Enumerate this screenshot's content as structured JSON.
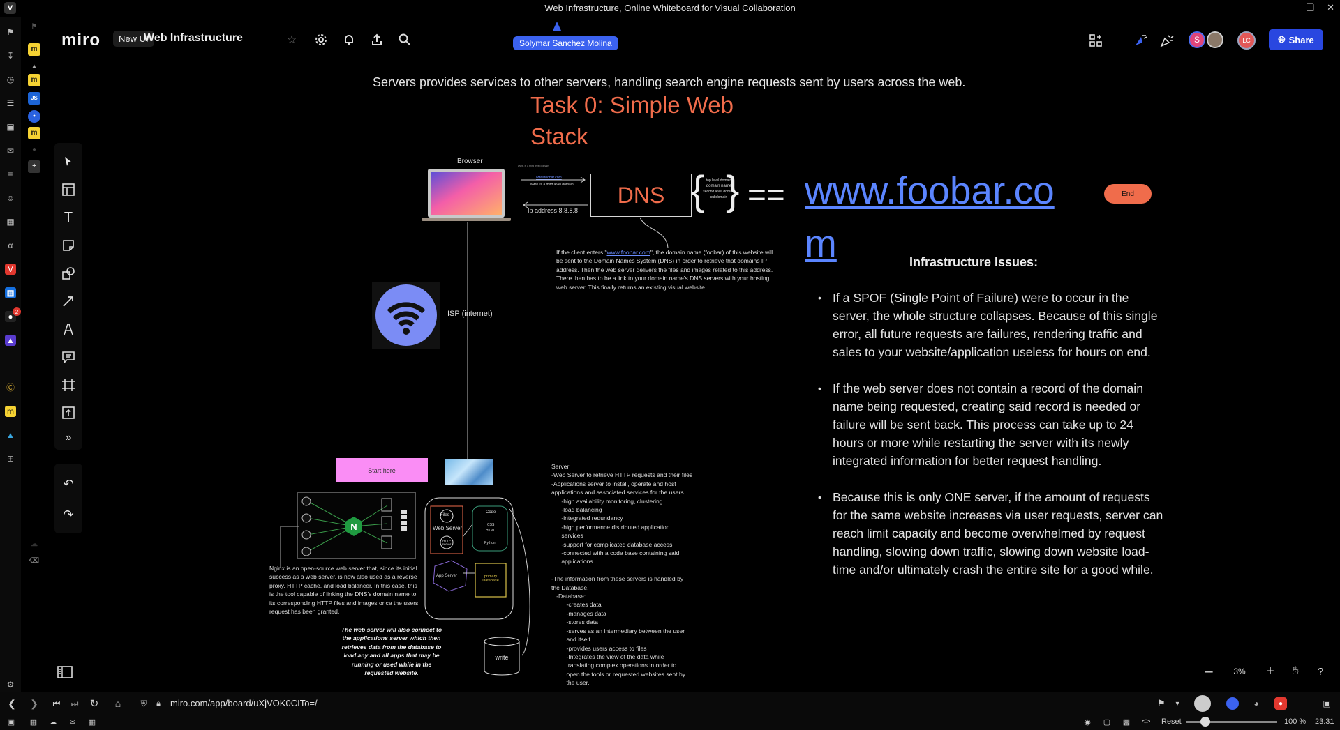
{
  "window": {
    "title": "Web Infrastructure, Online Whiteboard for Visual Collaboration"
  },
  "miro": {
    "logo": "miro",
    "new_ui": "New UI",
    "board_name": "Web Infrastructure",
    "share_label": "Share",
    "collaborator_tag": "Solymar Sanchez Molina",
    "avatars": [
      "S",
      "LC"
    ]
  },
  "canvas": {
    "top_caption": "Servers provides services to other servers, handling search engine requests sent by users across the web.",
    "task_title": "Task 0: Simple Web Stack",
    "browser_label": "Browser",
    "tiny_url": "www.foobar.com",
    "tiny_note": "www. is a third level domain",
    "ip_label": "Ip address 8.8.8.8",
    "dns_label": "DNS",
    "brace_items": [
      "top level domain",
      "domain name",
      "second level domain",
      "subdomain"
    ],
    "equals": "==",
    "foobar": "www.foobar.com",
    "end_label": "End",
    "dns_explain_pre": "If the client enters \"",
    "dns_explain_link": "www.foobar.com",
    "dns_explain_post": "\", the domain name (foobar) of this website will be sent to the Domain Names System (DNS) in order to retrieve that domains IP address. Then the web server delivers the files and images related to this address. There then has to be a link to your domain name's DNS servers with your hosting web server. This finally returns an existing visual website.",
    "isp_label": "ISP (internet)",
    "issues_title": "Infrastructure Issues:",
    "issues": [
      "If a SPOF (Single Point of Failure) were to occur in the server, the whole structure collapses. Because of this single error, all future requests are failures, rendering traffic and sales to your website/application useless for hours on end.",
      "If the web server does not contain a record of the domain name being requested, creating said record is needed or failure will be sent back. This process can take up to 24 hours or more while restarting the server with its newly integrated information for better request handling.",
      "Because this is only ONE server, if the amount of requests for the same website increases via user requests, server can reach limit capacity and become overwhelmed by request handling, slowing down traffic, slowing down website load-time and/or ultimately crash the entire site for a good while."
    ],
    "start_here": "Start here",
    "server_lines": [
      "Server:",
      "-Web Server to retrieve HTTP requests and their files",
      "-Applications server to install, operate and host",
      "applications and associated services for the users.",
      "      -high availability monitoring, clustering",
      "      -load balancing",
      "      -integrated redundancy",
      "      -high performance distributed application",
      "      services",
      "      -support for complicated database access.",
      "      -connected with a code base containing said",
      "      applications",
      "",
      "-The information from these servers is handled by",
      "the Database.",
      "   -Database:",
      "         -creates data",
      "         -manages data",
      "         -stores data",
      "         -serves as an intermediary between the user",
      "         and itself",
      "         -provides users access to files",
      "         -Integrates the view of the data while",
      "         translating complex operations in order to",
      "         open the tools or requested websites sent by",
      "         the user."
    ],
    "nginx_text": "Nginx is an open-source web server that, since its initial success as a web server, is now also used as a reverse proxy, HTTP cache, and load balancer. In this case, this is the tool capable of linking the DNS's domain name to its corresponding HTTP files and images once the users request has been granted.",
    "webserver_italic": "The web server will also connect to the applications server which then retrieves data from the database to load any and all apps that may be running or used while in the requested website.",
    "diagram": {
      "files": "Files",
      "web_server": "Web Server",
      "http_server": "HTTP server",
      "code": "Code",
      "css": "CSS",
      "html": "HTML",
      "python": "Python",
      "app_server": "App Server",
      "primary_db": "primary Database",
      "write": "write"
    }
  },
  "zoom": {
    "level": "3%"
  },
  "browser": {
    "url": "miro.com/app/board/uXjVOK0CITo=/",
    "reset": "Reset",
    "zoom_pct": "100 %",
    "clock": "23:31",
    "notification_count": "2"
  },
  "colors": {
    "accent": "#f06c4b",
    "link": "#5b85ff",
    "share": "#2947e0",
    "pink": "#fa8df5"
  }
}
